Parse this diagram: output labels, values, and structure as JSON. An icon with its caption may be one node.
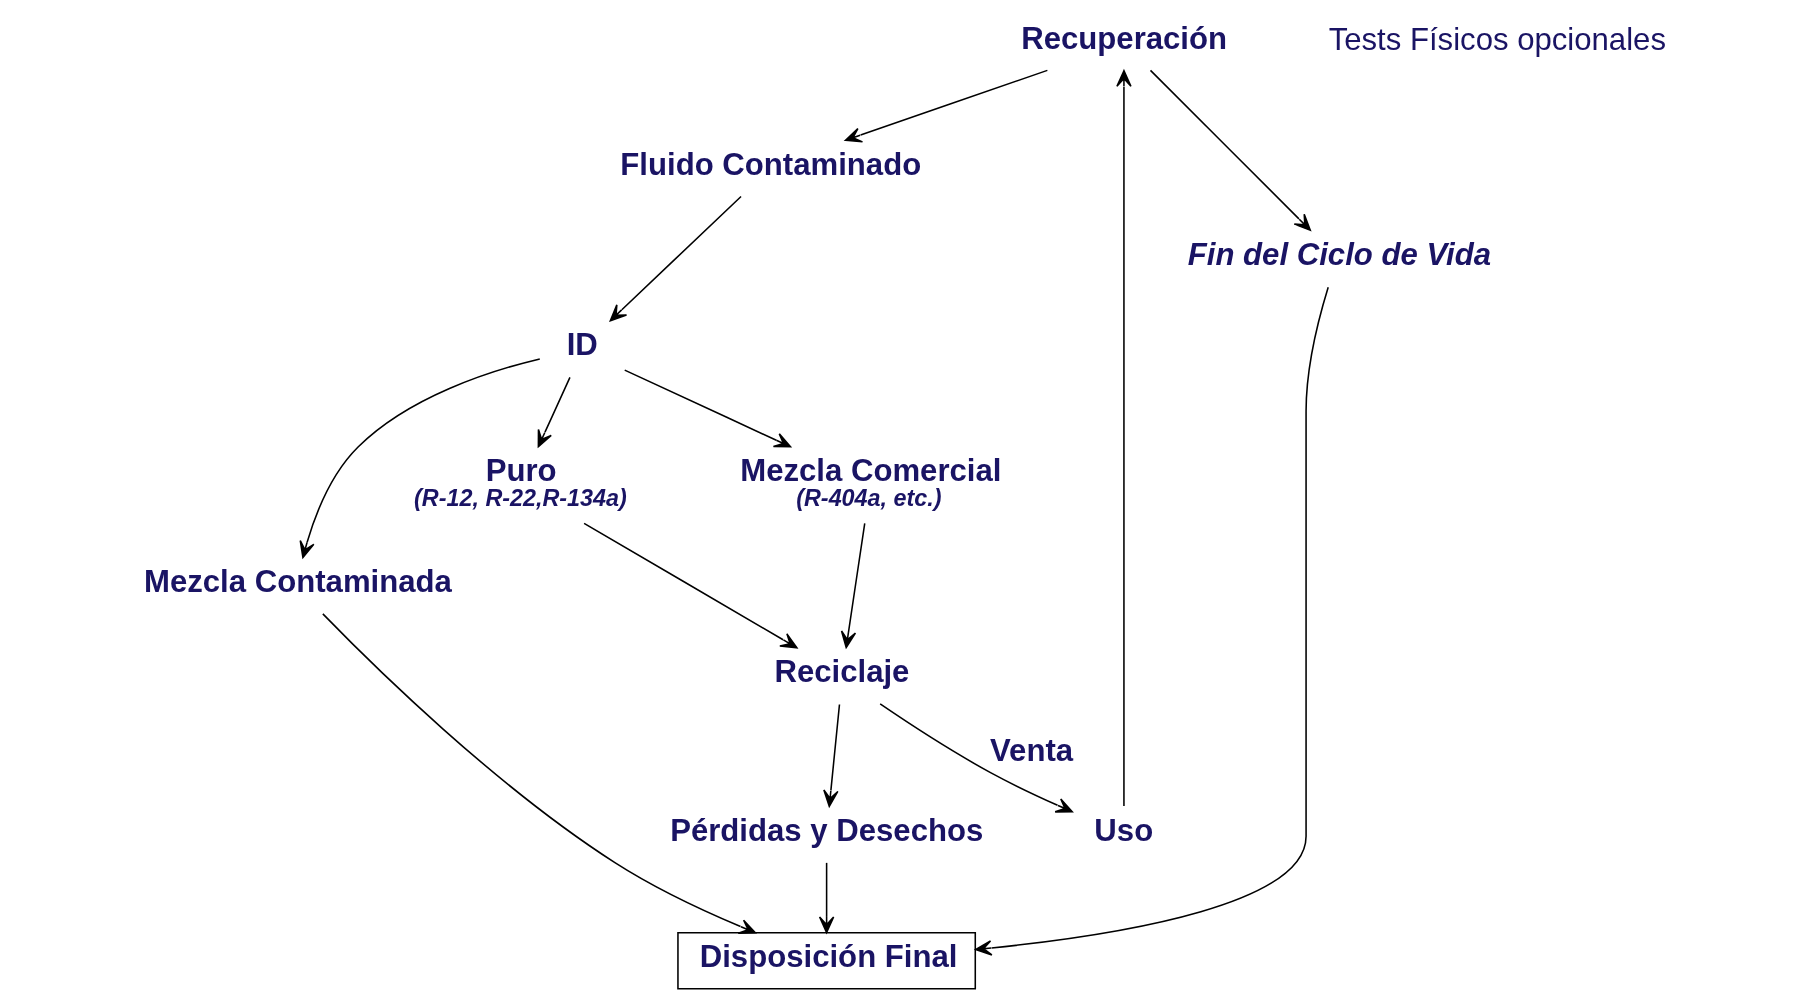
{
  "diagram": {
    "nodes": [
      {
        "text": [
          "Recuperación"
        ]
      },
      {
        "text": [
          "Uso"
        ]
      },
      {
        "text": [
          "Fluido Contaminado"
        ]
      },
      {
        "text": [
          "Fin del Ciclo de Vida"
        ]
      },
      {
        "text": [
          "Disposición Final"
        ]
      },
      {
        "text": [
          "ID"
        ]
      },
      {
        "text": [
          "Mezcla Contaminada"
        ]
      },
      {
        "text": [
          "Pérdidas y Desechos"
        ]
      },
      {
        "text": [
          "Puro",
          "(R-12, R-22,R-134a)"
        ]
      },
      {
        "text": [
          "Mezcla Comercial",
          "(R-404a, etc.)"
        ]
      },
      {
        "text": [
          "Reciclaje"
        ]
      }
    ],
    "edges": [
      {
        "from": 1,
        "to": 0,
        "arrow": "to"
      },
      {
        "from": 0,
        "to": 2,
        "arrow": "to"
      },
      {
        "from": 0,
        "to": 3,
        "arrow": "to"
      },
      {
        "from": 3,
        "to": 4,
        "arrow": "to"
      },
      {
        "from": 2,
        "to": 5,
        "arrow": "to"
      },
      {
        "from": 5,
        "to": 6,
        "arrow": "to"
      },
      {
        "from": 5,
        "to": 8,
        "arrow": "to"
      },
      {
        "from": 5,
        "to": 9,
        "arrow": "to"
      },
      {
        "from": 6,
        "to": 4,
        "arrow": "to"
      },
      {
        "from": 7,
        "to": 4,
        "arrow": "to"
      },
      {
        "from": 8,
        "to": 10,
        "arrow": "to"
      },
      {
        "from": 9,
        "to": 10,
        "arrow": "to"
      },
      {
        "from": 10,
        "to": 7,
        "arrow": "to"
      },
      {
        "from": 10,
        "to": 1,
        "arrow": "to",
        "label": "Venta"
      }
    ],
    "labels": [
      "Tests Físicos opcionales"
    ]
  }
}
